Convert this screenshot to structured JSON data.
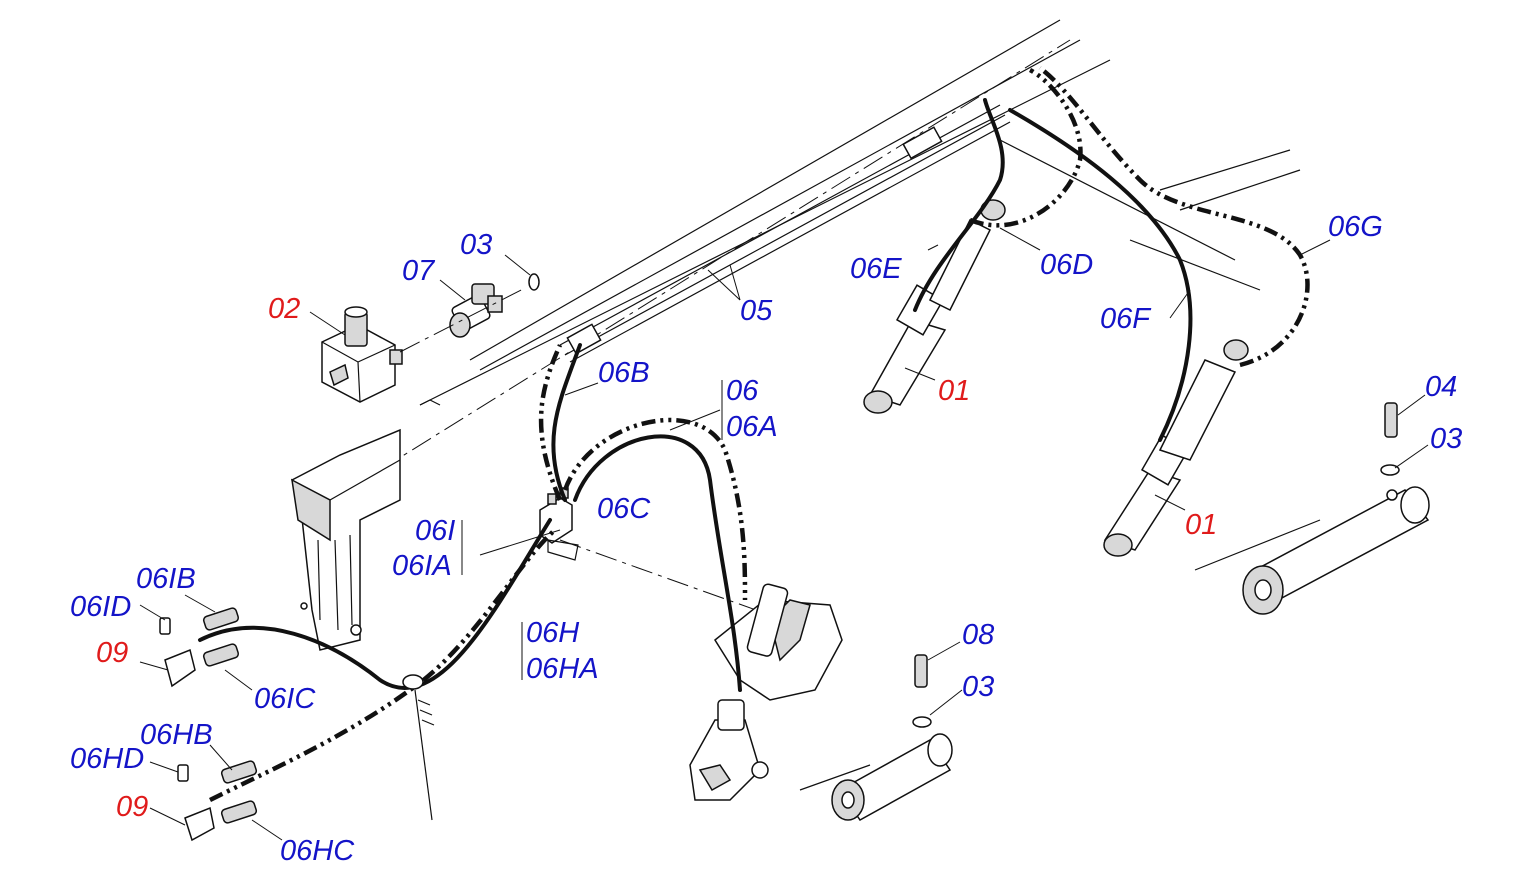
{
  "colors": {
    "label_blue": "#1414c8",
    "label_red": "#e01b1b",
    "line": "#111111"
  },
  "labels": {
    "l01a": "01",
    "l01b": "01",
    "l02": "02",
    "l03a": "03",
    "l03b": "03",
    "l03c": "03",
    "l04": "04",
    "l05": "05",
    "l06": "06",
    "l06A": "06A",
    "l06B": "06B",
    "l06C": "06C",
    "l06D": "06D",
    "l06E": "06E",
    "l06F": "06F",
    "l06G": "06G",
    "l06H": "06H",
    "l06HA": "06HA",
    "l06HB": "06HB",
    "l06HC": "06HC",
    "l06HD": "06HD",
    "l06I": "06I",
    "l06IA": "06IA",
    "l06IB": "06IB",
    "l06IC": "06IC",
    "l06ID": "06ID",
    "l07": "07",
    "l08": "08",
    "l09a": "09",
    "l09b": "09"
  }
}
